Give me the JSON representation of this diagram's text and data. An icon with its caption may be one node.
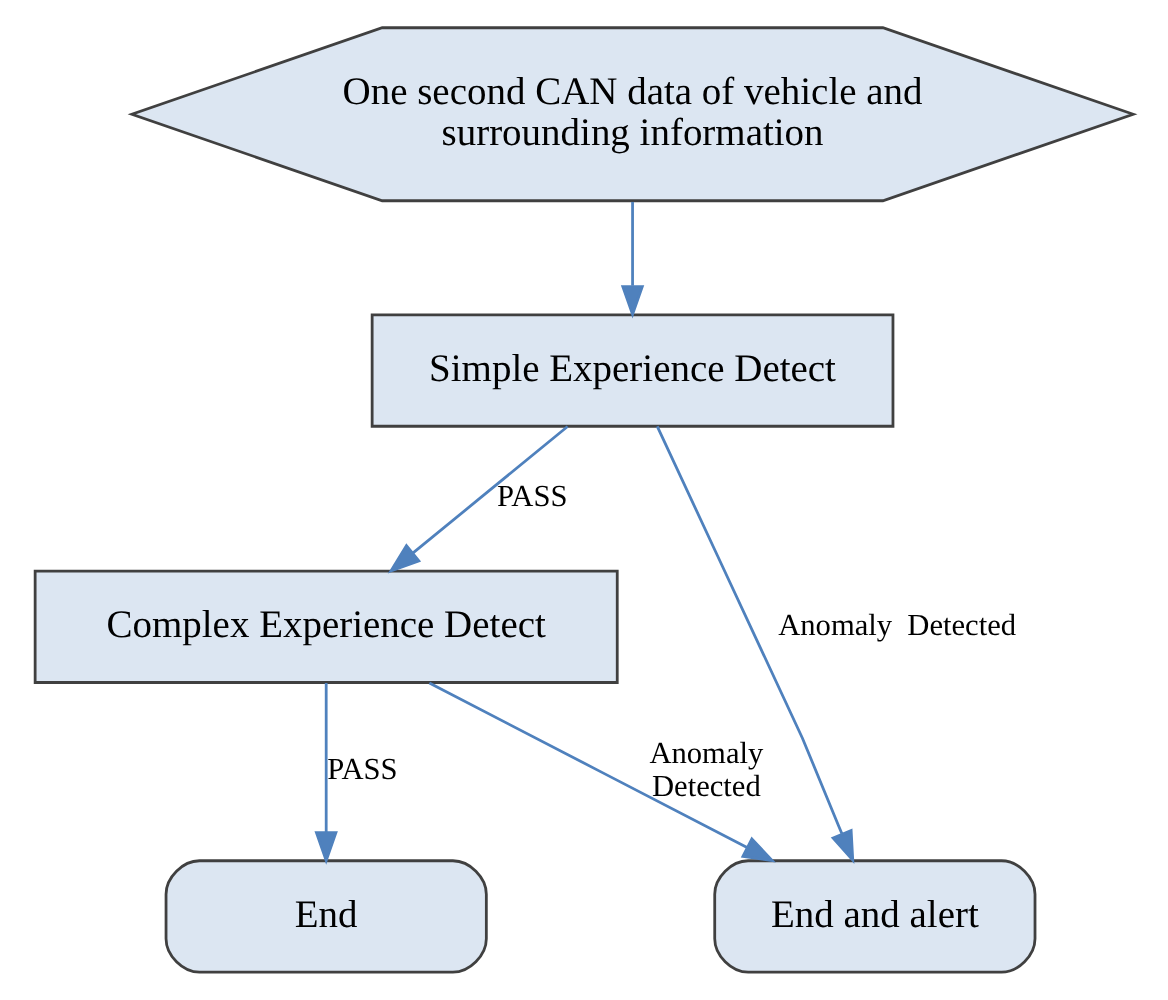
{
  "diagram": {
    "nodes": [
      {
        "text": [
          "One second CAN data of vehicle and surrounding information"
        ]
      },
      {
        "text": [
          "Simple Experience Detect"
        ]
      },
      {
        "text": [
          "Complex Experience Detect"
        ]
      },
      {
        "text": [
          "End and alert"
        ]
      },
      {
        "text": [
          "End"
        ]
      }
    ],
    "edges": [
      {
        "from": 0,
        "to": 1,
        "arrow": "to"
      },
      {
        "from": 1,
        "to": 2,
        "arrow": "to",
        "label": "PASS"
      },
      {
        "from": 1,
        "to": 3,
        "arrow": "to",
        "label": "Anomaly  Detected"
      },
      {
        "from": 2,
        "to": 3,
        "arrow": "to",
        "label": "Anomaly Detected"
      },
      {
        "from": 2,
        "to": 4,
        "arrow": "to",
        "label": "PASS"
      }
    ]
  }
}
